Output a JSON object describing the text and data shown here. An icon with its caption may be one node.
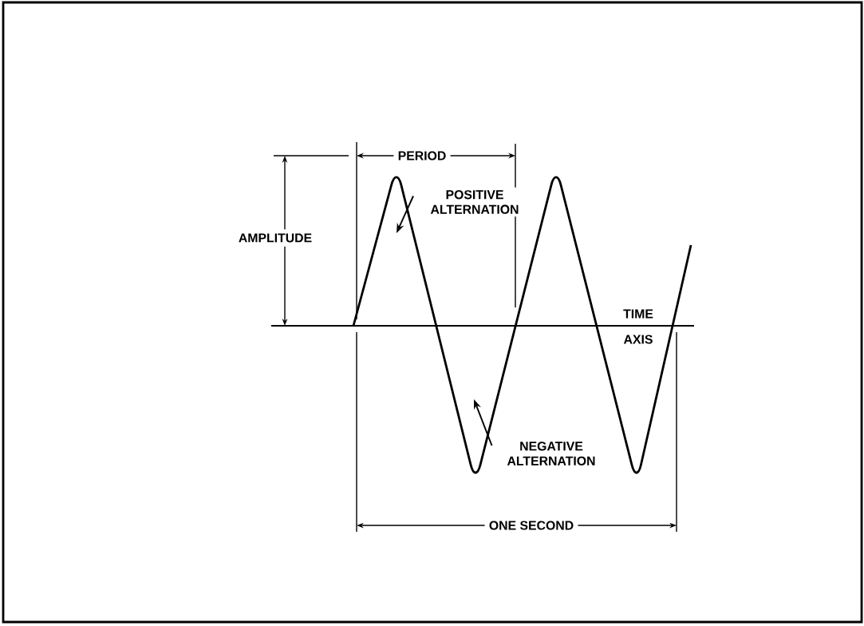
{
  "diagram": {
    "nodes": [
      {
        "text": [
          "POSITIVE ALTERNATION"
        ]
      },
      {
        "text": [
          "NEGATIVE ALTERNATION"
        ]
      }
    ],
    "edges": [
      {
        "from": 0,
        "to": null,
        "arrow": "to"
      },
      {
        "from": 1,
        "to": null,
        "arrow": "to"
      }
    ],
    "labels": [
      "PERIOD",
      "AMPLITUDE",
      "TIME",
      "AXIS",
      "ONE SECOND"
    ]
  }
}
